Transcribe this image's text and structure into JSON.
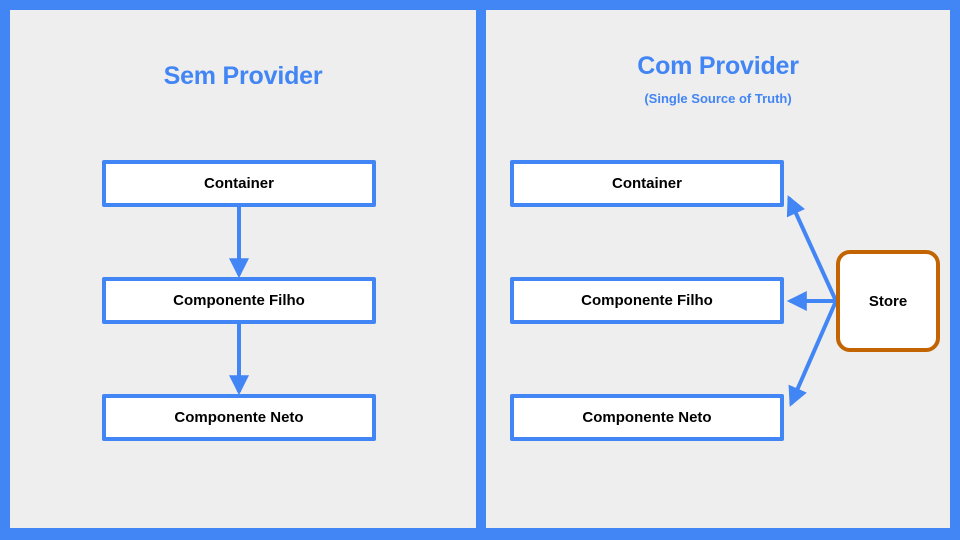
{
  "theme": {
    "frame_color": "#4285F4",
    "panel_background": "#EEEEEE",
    "node_border": "#4285F4",
    "node_background": "#FFFFFF",
    "store_border": "#C26401",
    "arrow_color": "#4285F4",
    "text_color": "#000000"
  },
  "panels": [
    {
      "id": "left",
      "title": "Sem Provider",
      "subtitle": "",
      "nodes": [
        {
          "label": "Container"
        },
        {
          "label": "Componente Filho"
        },
        {
          "label": "Componente Neto"
        }
      ],
      "arrows": [
        {
          "from": "Container",
          "to": "Componente Filho",
          "direction": "down"
        },
        {
          "from": "Componente Filho",
          "to": "Componente Neto",
          "direction": "down"
        }
      ]
    },
    {
      "id": "right",
      "title": "Com Provider",
      "subtitle": "(Single Source of Truth)",
      "nodes": [
        {
          "label": "Container"
        },
        {
          "label": "Componente Filho"
        },
        {
          "label": "Componente Neto"
        }
      ],
      "store": {
        "label": "Store"
      },
      "arrows": [
        {
          "from": "Store",
          "to": "Container",
          "direction": "up-left"
        },
        {
          "from": "Store",
          "to": "Componente Filho",
          "direction": "left"
        },
        {
          "from": "Store",
          "to": "Componente Neto",
          "direction": "down-left"
        }
      ]
    }
  ]
}
